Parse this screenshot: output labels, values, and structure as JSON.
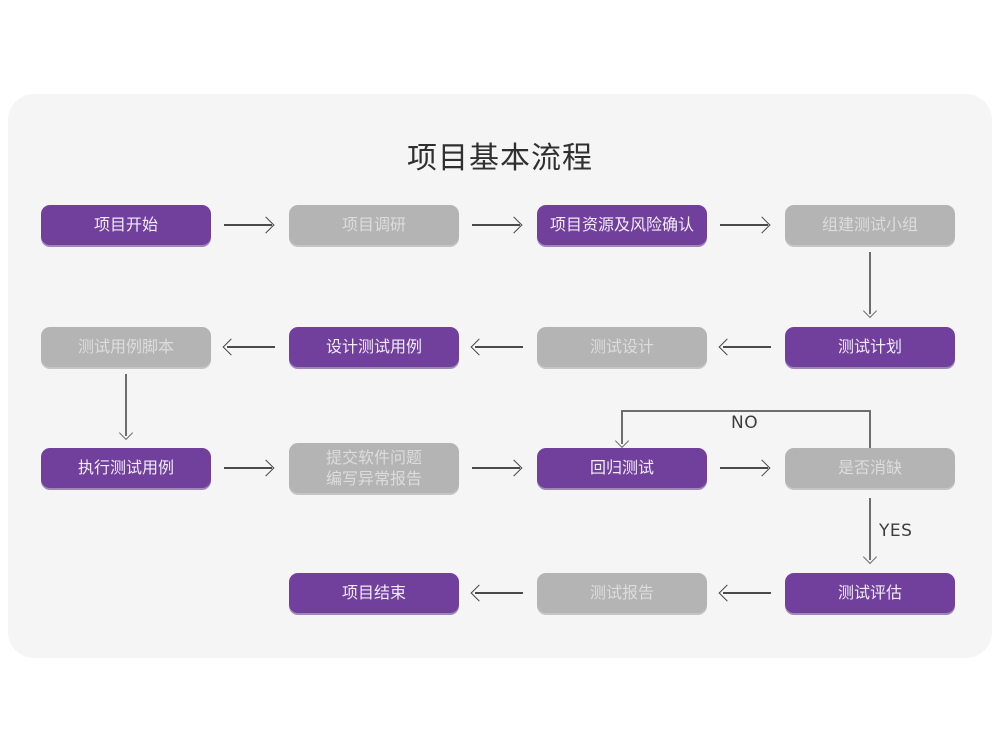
{
  "title": "项目基本流程",
  "colors": {
    "purple": "#70409C",
    "gray": "#B4B4B4",
    "card_bg": "#F5F5F5",
    "page_bg": "#FFFFFF",
    "line": "#4A4A4A"
  },
  "nodes": {
    "r1c1": {
      "label": "项目开始",
      "style": "purple"
    },
    "r1c2": {
      "label": "项目调研",
      "style": "gray"
    },
    "r1c3": {
      "label": "项目资源及风险确认",
      "style": "purple"
    },
    "r1c4": {
      "label": "组建测试小组",
      "style": "gray"
    },
    "r2c1": {
      "label": "测试用例脚本",
      "style": "gray"
    },
    "r2c2": {
      "label": "设计测试用例",
      "style": "purple"
    },
    "r2c3": {
      "label": "测试设计",
      "style": "gray"
    },
    "r2c4": {
      "label": "测试计划",
      "style": "purple"
    },
    "r3c1": {
      "label": "执行测试用例",
      "style": "purple"
    },
    "r3c2_line1": {
      "label": "提交软件问题",
      "style": "gray"
    },
    "r3c2_line2": {
      "label": "编写异常报告",
      "style": "gray"
    },
    "r3c3": {
      "label": "回归测试",
      "style": "purple"
    },
    "r3c4": {
      "label": "是否消缺",
      "style": "gray"
    },
    "r4c2": {
      "label": "项目结束",
      "style": "purple"
    },
    "r4c3": {
      "label": "测试报告",
      "style": "gray"
    },
    "r4c4": {
      "label": "测试评估",
      "style": "purple"
    }
  },
  "edge_labels": {
    "no": "NO",
    "yes": "YES"
  }
}
